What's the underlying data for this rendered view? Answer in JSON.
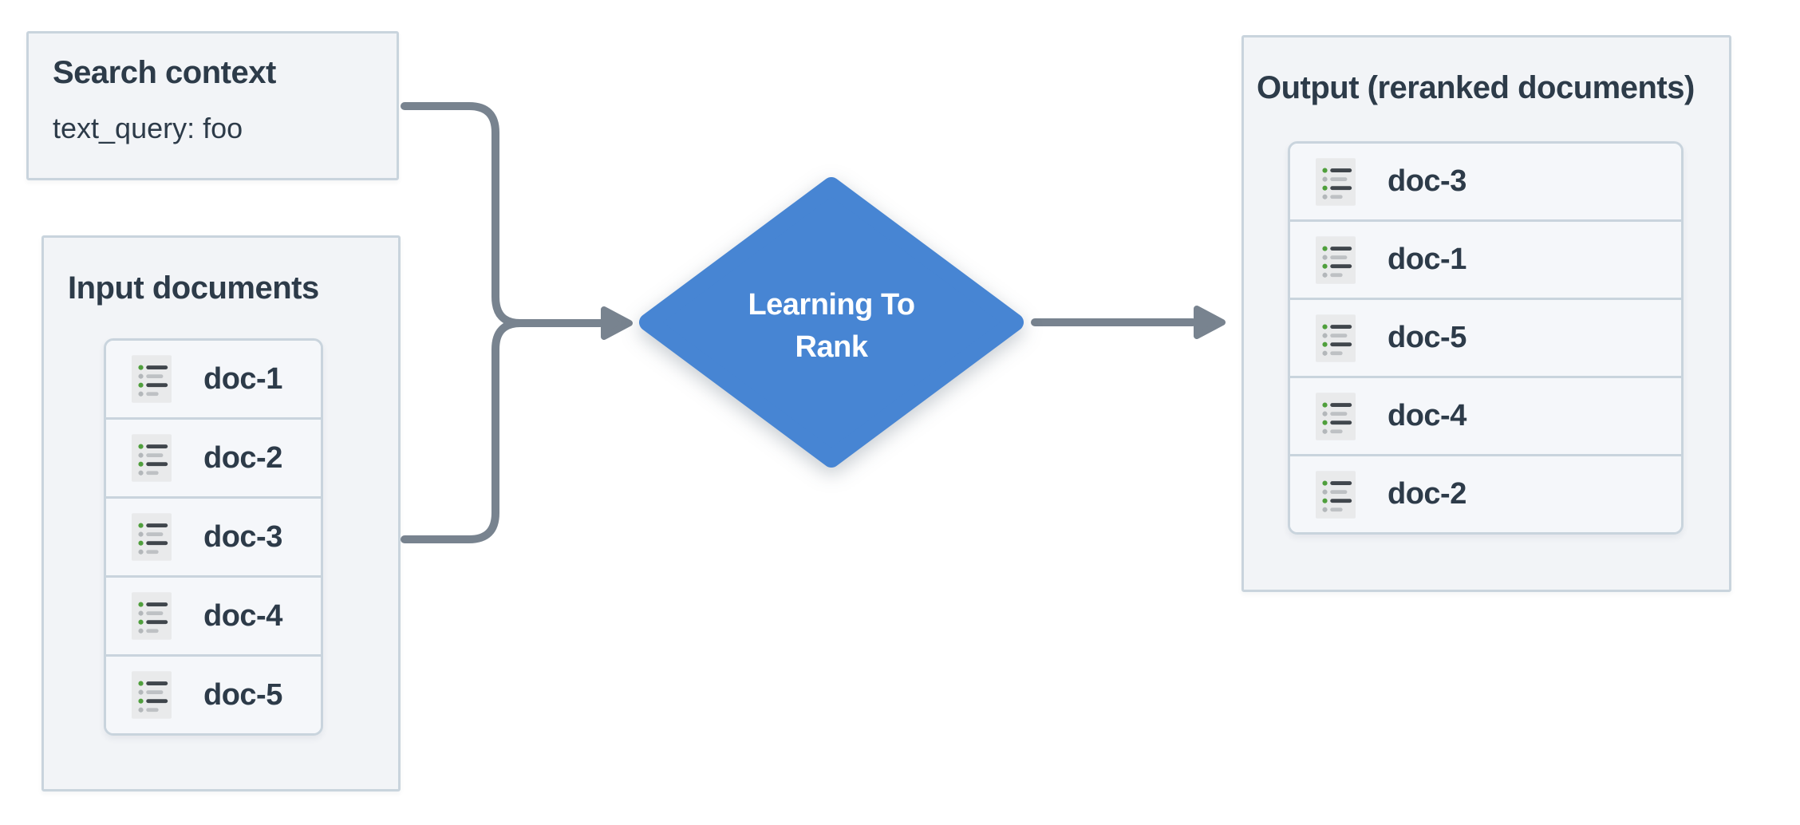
{
  "page": {
    "background": "#ffffff"
  },
  "colors": {
    "box_background": "#f2f4f7",
    "box_border": "#c9d4dd",
    "row_background": "#f5f7fa",
    "text_dark": "#2d3b49",
    "diamond_blue": "#4785d3",
    "connector_gray": "#78838f",
    "icon_background": "#e9eaeb",
    "icon_line_dark": "#40464c",
    "icon_line_gray": "#bec1c4",
    "icon_bullet_green": "#4f9f3c",
    "icon_bullet_gray": "#b3b7ba"
  },
  "search_context": {
    "title": "Search context",
    "query": "text_query: foo"
  },
  "input_documents": {
    "title": "Input documents",
    "docs": [
      "doc-1",
      "doc-2",
      "doc-3",
      "doc-4",
      "doc-5"
    ]
  },
  "processor": {
    "label_line1": "Learning To",
    "label_line2": "Rank"
  },
  "output_documents": {
    "title": "Output (reranked documents)",
    "docs": [
      "doc-3",
      "doc-1",
      "doc-5",
      "doc-4",
      "doc-2"
    ]
  },
  "icons": {
    "doc_icon_name": "list-icon"
  }
}
